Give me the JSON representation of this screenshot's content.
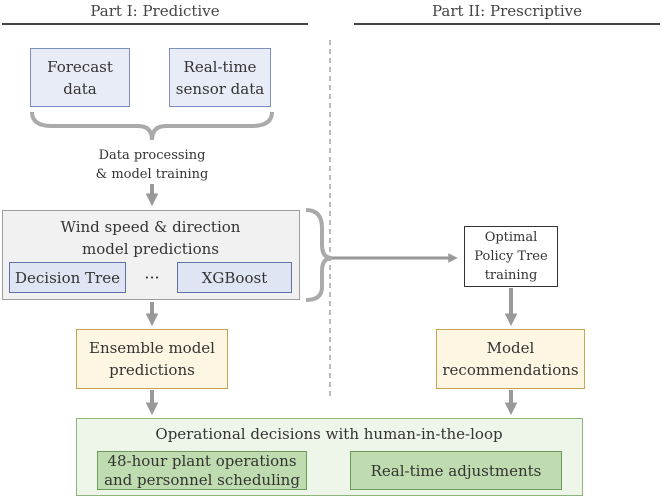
{
  "headers": {
    "part1": "Part I: Predictive",
    "part2": "Part II: Prescriptive"
  },
  "inputs": {
    "forecast": "Forecast\ndata",
    "sensor": "Real-time\nsensor data"
  },
  "processing_label": "Data processing\n& model training",
  "predictions": {
    "title": "Wind speed & direction\nmodel predictions",
    "model1": "Decision Tree",
    "ellipsis": "···",
    "model2": "XGBoost"
  },
  "ensemble": "Ensemble model\npredictions",
  "opt": "Optimal\nPolicy Tree\ntraining",
  "recommendations": "Model\nrecommendations",
  "operational": {
    "title": "Operational decisions with human-in-the-loop",
    "sub1": "48-hour plant operations\nand personnel scheduling",
    "sub2": "Real-time adjustments"
  }
}
